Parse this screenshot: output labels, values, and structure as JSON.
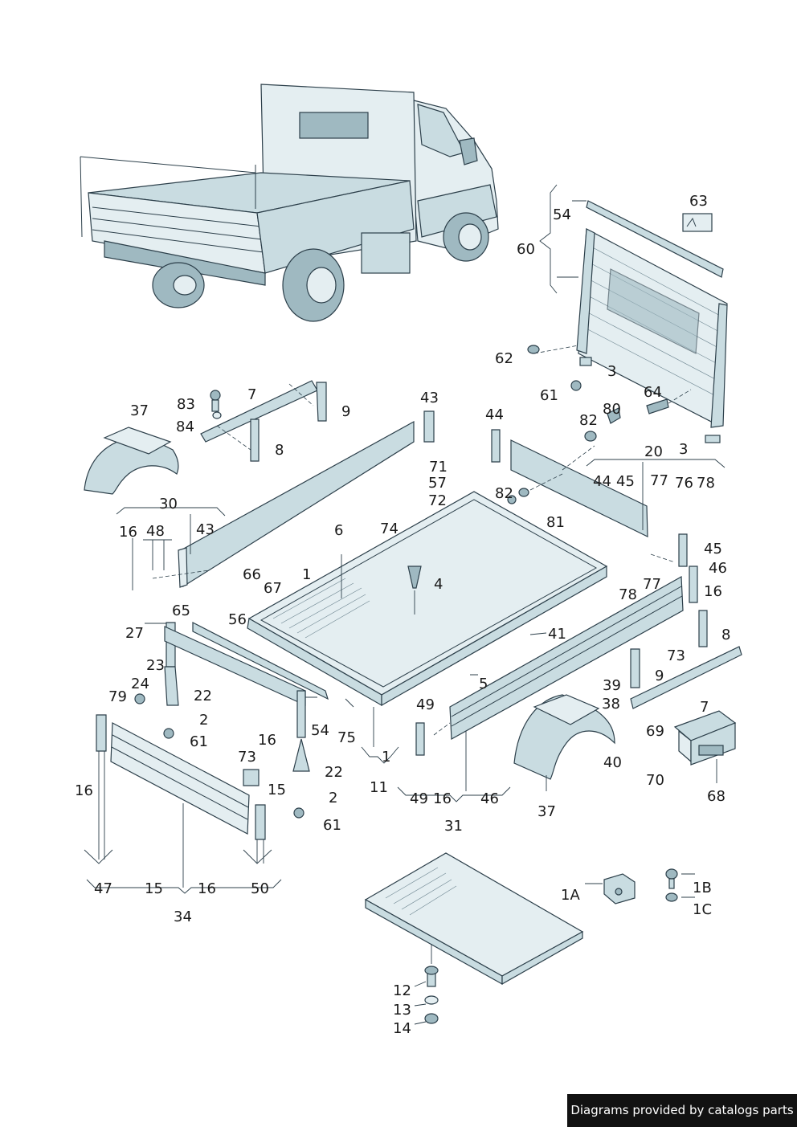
{
  "footer": {
    "credit": "Diagrams provided by catalogs parts"
  },
  "colors": {
    "part_fill": "#c9dce1",
    "part_stroke": "#2c3f4a",
    "footer_bg": "#121212"
  },
  "labels": [
    "54",
    "63",
    "60",
    "62",
    "3",
    "61",
    "64",
    "3",
    "83",
    "7",
    "9",
    "84",
    "8",
    "37",
    "43",
    "44",
    "82",
    "80",
    "20",
    "71",
    "57",
    "72",
    "82",
    "81",
    "44",
    "45",
    "77",
    "76",
    "78",
    "30",
    "43",
    "16",
    "48",
    "6",
    "74",
    "1",
    "4",
    "66",
    "67",
    "45",
    "46",
    "65",
    "77",
    "78",
    "16",
    "56",
    "27",
    "41",
    "73",
    "8",
    "9",
    "23",
    "24",
    "22",
    "79",
    "2",
    "5",
    "39",
    "38",
    "49",
    "7",
    "54",
    "75",
    "61",
    "16",
    "73",
    "15",
    "1",
    "11",
    "49",
    "16",
    "46",
    "22",
    "2",
    "31",
    "37",
    "69",
    "40",
    "68",
    "70",
    "16",
    "61",
    "47",
    "15",
    "16",
    "50",
    "34",
    "1A",
    "1B",
    "1C",
    "12",
    "13",
    "14"
  ]
}
